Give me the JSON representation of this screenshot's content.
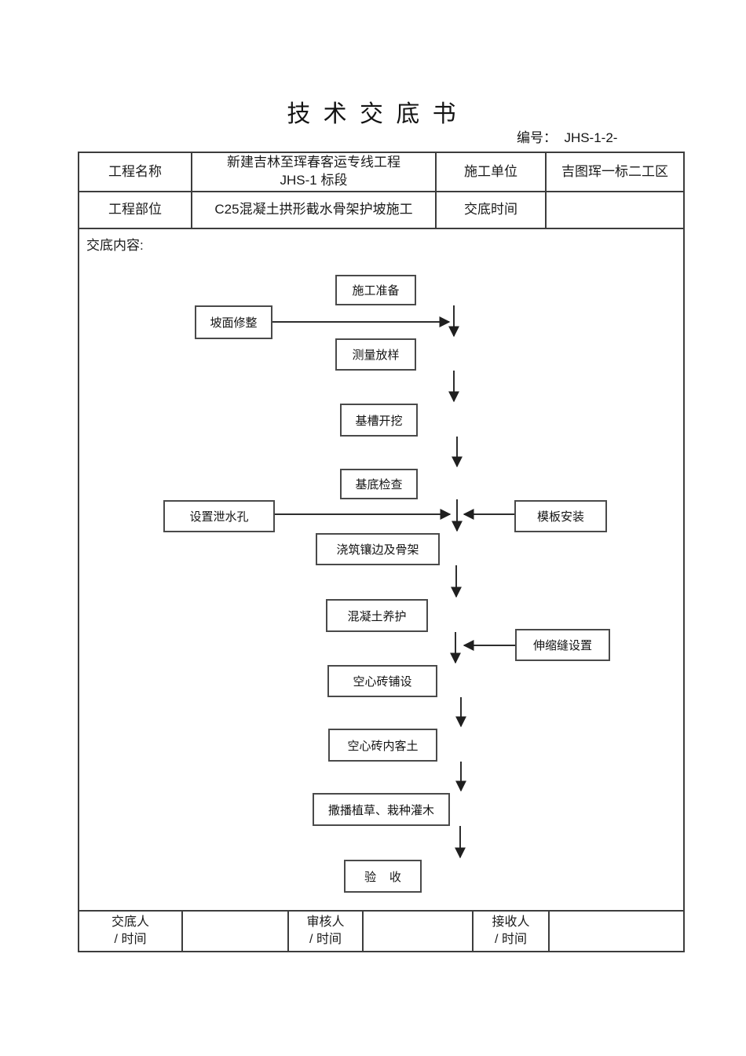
{
  "page": {
    "title": "技 术 交 底 书",
    "doc_number": "编号：  JHS-1-2-"
  },
  "header_table": {
    "project_name_label": "工程名称",
    "project_name_line1": "新建吉林至珲春客运专线工程",
    "project_name_line2": "JHS-1 标段",
    "construction_unit_label": "施工单位",
    "construction_unit_value": "吉图珲一标二工区",
    "project_part_label": "工程部位",
    "project_part_value": "C25混凝土拱形截水骨架护坡施工",
    "disclosure_time_label": "交底时间",
    "disclosure_time_value": ""
  },
  "content": {
    "label": "交底内容:"
  },
  "flowchart": {
    "nodes": [
      {
        "id": "construction-prep",
        "label": "施工准备"
      },
      {
        "id": "slope-trim",
        "label": "坡面修整"
      },
      {
        "id": "survey-layout",
        "label": "测量放样"
      },
      {
        "id": "trench-excavation",
        "label": "基槽开挖"
      },
      {
        "id": "base-inspection",
        "label": "基底检查"
      },
      {
        "id": "drain-holes",
        "label": "设置泄水孔"
      },
      {
        "id": "formwork-install",
        "label": "模板安装"
      },
      {
        "id": "pour-edge-frame",
        "label": "浇筑镶边及骨架"
      },
      {
        "id": "concrete-curing",
        "label": "混凝土养护"
      },
      {
        "id": "expansion-joint",
        "label": "伸缩缝设置"
      },
      {
        "id": "hollow-brick-lay",
        "label": "空心砖铺设"
      },
      {
        "id": "brick-soil-fill",
        "label": "空心砖内客土"
      },
      {
        "id": "plant-grass-shrub",
        "label": "撒播植草、栽种灌木"
      },
      {
        "id": "acceptance",
        "label": "验    收"
      }
    ],
    "edges": [
      {
        "from": "construction-prep",
        "to": "survey-layout"
      },
      {
        "from": "slope-trim",
        "to": "survey-layout"
      },
      {
        "from": "survey-layout",
        "to": "trench-excavation"
      },
      {
        "from": "trench-excavation",
        "to": "base-inspection"
      },
      {
        "from": "base-inspection",
        "to": "pour-edge-frame"
      },
      {
        "from": "drain-holes",
        "to": "pour-edge-frame"
      },
      {
        "from": "formwork-install",
        "to": "pour-edge-frame"
      },
      {
        "from": "pour-edge-frame",
        "to": "concrete-curing"
      },
      {
        "from": "concrete-curing",
        "to": "hollow-brick-lay"
      },
      {
        "from": "expansion-joint",
        "to": "hollow-brick-lay"
      },
      {
        "from": "hollow-brick-lay",
        "to": "brick-soil-fill"
      },
      {
        "from": "brick-soil-fill",
        "to": "plant-grass-shrub"
      },
      {
        "from": "plant-grass-shrub",
        "to": "acceptance"
      }
    ]
  },
  "footer": {
    "cells": [
      {
        "label_line1": "交底人",
        "label_line2": "/ 时间",
        "value": ""
      },
      {
        "label_line1": "审核人",
        "label_line2": "/ 时间",
        "value": ""
      },
      {
        "label_line1": "接收人",
        "label_line2": "/ 时间",
        "value": ""
      }
    ]
  },
  "colors": {
    "table_border": "#3d3d3d",
    "node_border": "#4a4a4a",
    "text": "#141414",
    "background": "#ffffff"
  }
}
